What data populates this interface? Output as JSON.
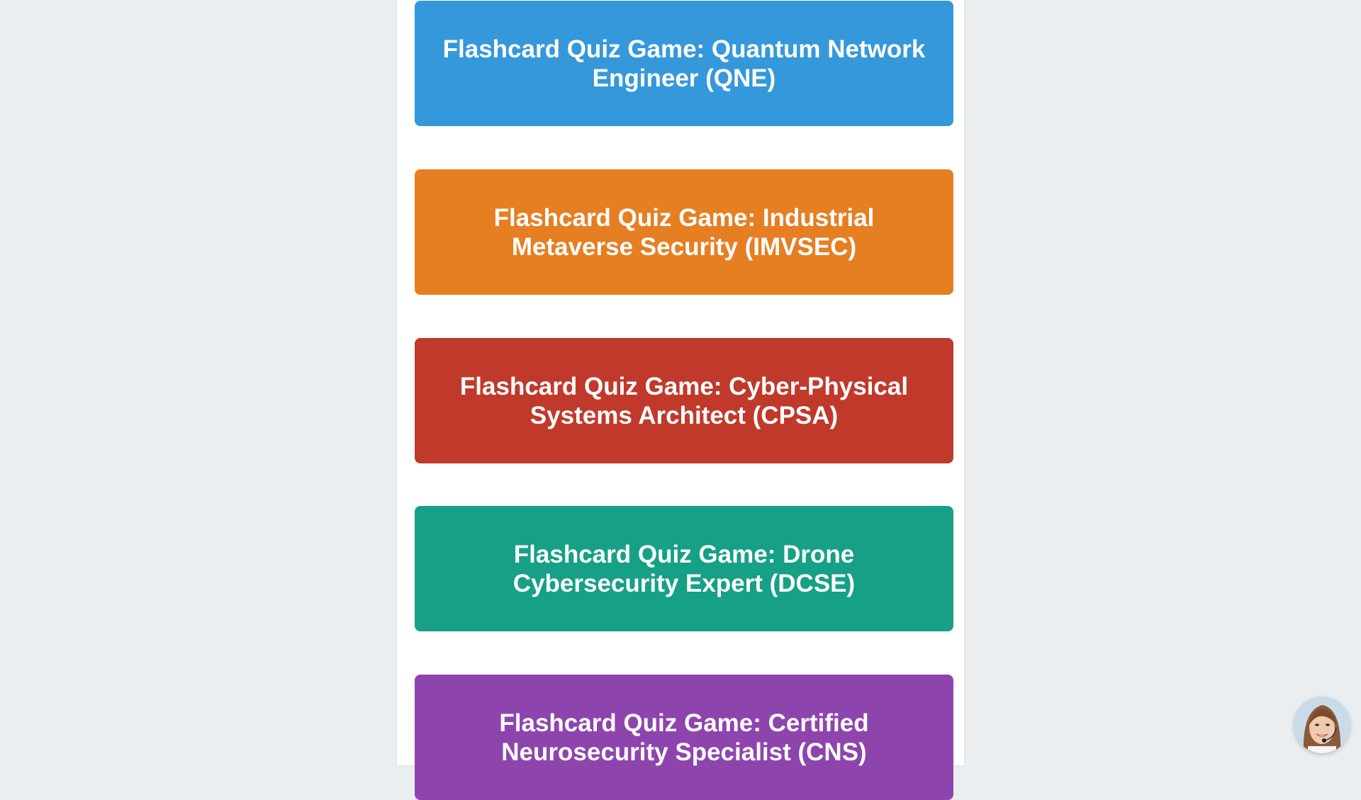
{
  "cards": [
    {
      "label": "Flashcard Quiz Game: Quantum Network Engineer (QNE)",
      "color": "#3498db"
    },
    {
      "label": "Flashcard Quiz Game: Industrial Metaverse Security (IMVSEC)",
      "color": "#e67e22"
    },
    {
      "label": "Flashcard Quiz Game: Cyber-Physical Systems Architect (CPSA)",
      "color": "#c0392b"
    },
    {
      "label": "Flashcard Quiz Game: Drone Cybersecurity Expert (DCSE)",
      "color": "#16a085"
    },
    {
      "label": "Flashcard Quiz Game: Certified Neurosecurity Specialist (CNS)",
      "color": "#8e44ad"
    }
  ],
  "support_widget": {
    "icon": "support-agent-avatar"
  }
}
